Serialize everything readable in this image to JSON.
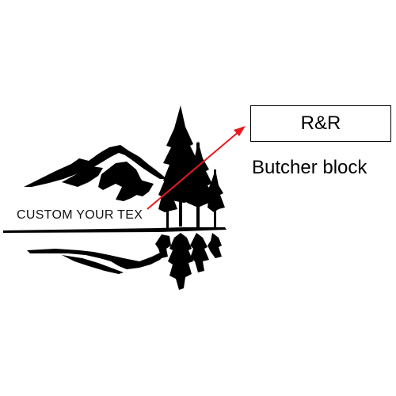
{
  "design": {
    "custom_text": "CUSTOM YOUR TEX",
    "ink_color": "#000000",
    "icons": [
      "mountains-icon",
      "pine-tree-icon",
      "reflection-icon"
    ]
  },
  "callout": {
    "name_text": "R&R",
    "material_label": "Butcher block",
    "arrow_color": "#e8191f"
  }
}
